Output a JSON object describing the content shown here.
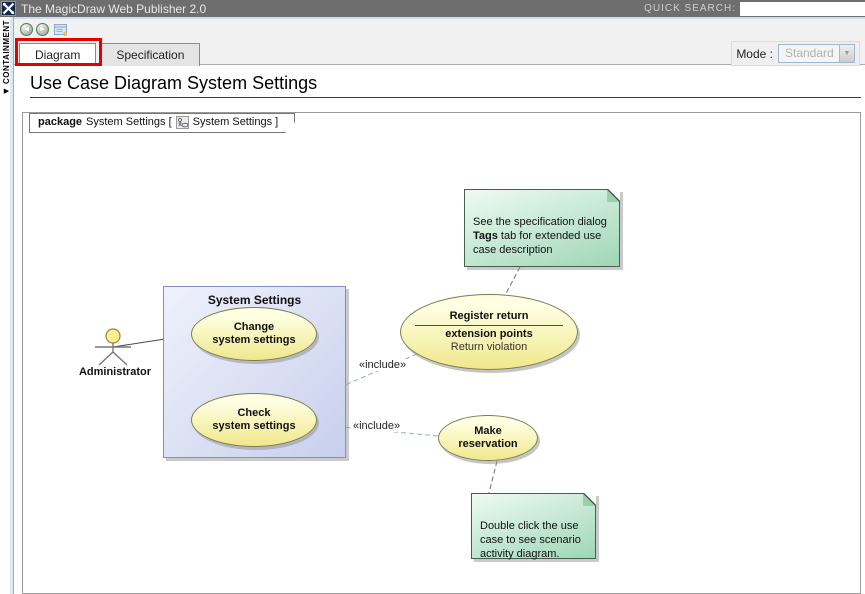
{
  "titlebar": {
    "app_title": "The MagicDraw Web Publisher 2.0",
    "quick_search_label": "QUICK SEARCH:",
    "quick_search_value": ""
  },
  "sidebar": {
    "containment_label": "CONTAINMENT",
    "arrow_icon": "▶"
  },
  "toolbar": {
    "back_icon": "◀",
    "forward_icon": "▶"
  },
  "tabs": {
    "diagram": "Diagram",
    "specification": "Specification"
  },
  "mode": {
    "label": "Mode :",
    "value": "Standard",
    "arrow_icon": "▼"
  },
  "page": {
    "title": "Use Case Diagram System Settings"
  },
  "frame": {
    "keyword": "package",
    "name_part": "System Settings [",
    "ref_part": "System Settings ]"
  },
  "diagram": {
    "package_title": "System Settings",
    "actor_name": "Administrator",
    "usecase_change": "Change\nsystem settings",
    "usecase_check": "Check\nsystem settings",
    "usecase_register_name": "Register return",
    "usecase_register_compartment": "extension points",
    "usecase_register_extension": "Return violation",
    "usecase_make": "Make\nreservation",
    "include_label_1": "«include»",
    "include_label_2": "«include»",
    "note_top_pre": "See the specification dialog\n",
    "note_top_bold": "Tags",
    "note_top_post": " tab for extended use\ncase description",
    "note_bottom": "Double click the use\ncase to see scenario\nactivity diagram."
  },
  "colors": {
    "annotation_red": "#e30000",
    "titlebar_bg": "#6e6e6e",
    "usecase_fill": "#efe88c",
    "note_fill": "#9fd6b6",
    "package_fill": "#c8cfed",
    "include_line": "#8cb89c"
  }
}
